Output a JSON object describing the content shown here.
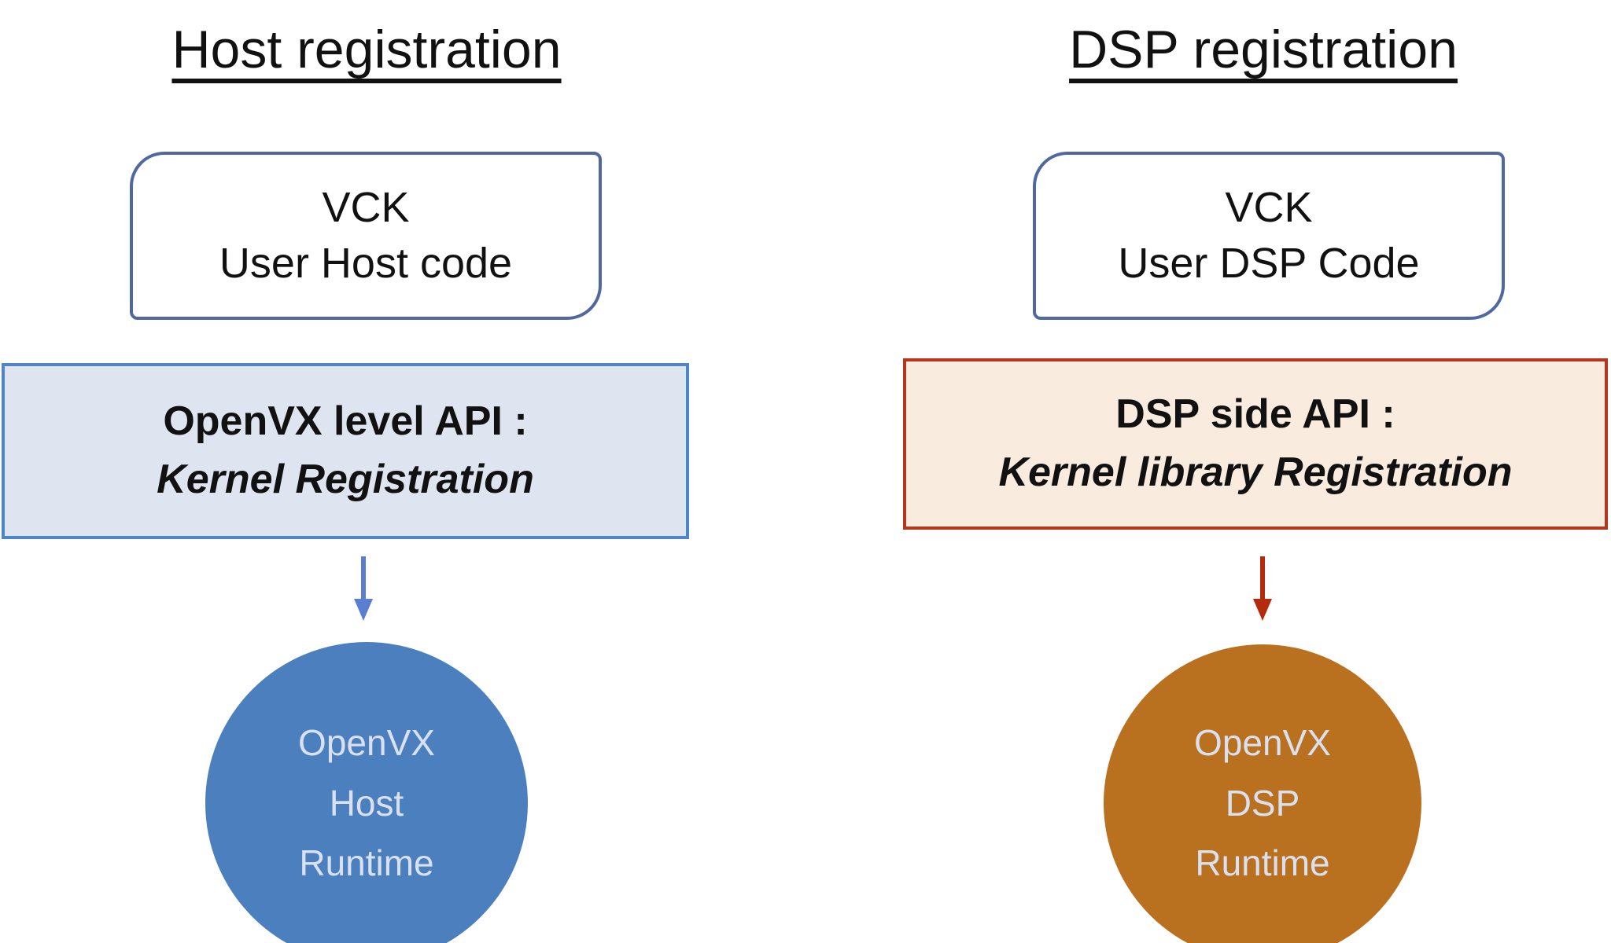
{
  "diagram": {
    "host": {
      "title": "Host registration",
      "vck_box": {
        "line1": "VCK",
        "line2": "User Host code"
      },
      "api_box": {
        "line1": "OpenVX level API :",
        "line2": "Kernel Registration"
      },
      "runtime_circle": {
        "line1": "OpenVX",
        "line2": "Host",
        "line3": "Runtime"
      }
    },
    "dsp": {
      "title": "DSP registration",
      "vck_box": {
        "line1": "VCK",
        "line2": "User DSP Code"
      },
      "api_box": {
        "line1": "DSP side API :",
        "line2": "Kernel library Registration"
      },
      "runtime_circle": {
        "line1": "OpenVX",
        "line2": "DSP",
        "line3": "Runtime"
      }
    },
    "colors": {
      "vck_box_border": "#4f68a0",
      "host_api_fill": "#dfe4f1",
      "host_api_border": "#4e86c6",
      "host_arrow": "#5b7fd0",
      "host_circle_fill": "#4b7fbe",
      "dsp_api_fill": "#f9ecdf",
      "dsp_api_border": "#b5361c",
      "dsp_arrow": "#b32b0d",
      "dsp_circle_fill": "#b9701f",
      "circle_text": "#d9e0f0",
      "text": "#111111",
      "background": "#ffffff"
    }
  }
}
